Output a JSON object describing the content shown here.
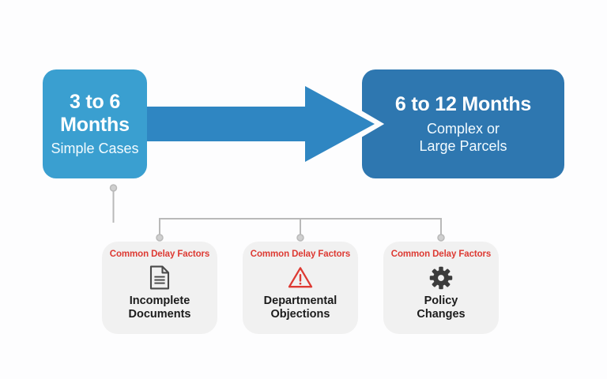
{
  "colors": {
    "phase_left_bg": "#3a9fd0",
    "phase_right_bg": "#2e77b0",
    "arrow": "#2f86c2",
    "card_bg": "#f1f1f1",
    "kicker_red": "#dd3a33",
    "icon_gray": "#4a4a4a",
    "connector_gray": "#b9b9b9",
    "page_bg": "#fdfdfe"
  },
  "phases": [
    {
      "id": "simple",
      "title": "3 to 6\nMonths",
      "title_line1": "3 to 6",
      "title_line2": "Months",
      "subtitle": "Simple Cases"
    },
    {
      "id": "complex",
      "title": "6 to 12 Months",
      "subtitle_line1": "Complex or",
      "subtitle_line2": "Large Parcels"
    }
  ],
  "arrow": {
    "icon": "arrow-right-icon",
    "direction": "right"
  },
  "factors": {
    "kicker": "Common Delay Factors",
    "cards": [
      {
        "icon": "document-icon",
        "label": "Incomplete\nDocuments"
      },
      {
        "icon": "warning-triangle-icon",
        "label": "Departmental\nObjections"
      },
      {
        "icon": "gear-icon",
        "label": "Policy\nChanges"
      }
    ]
  }
}
